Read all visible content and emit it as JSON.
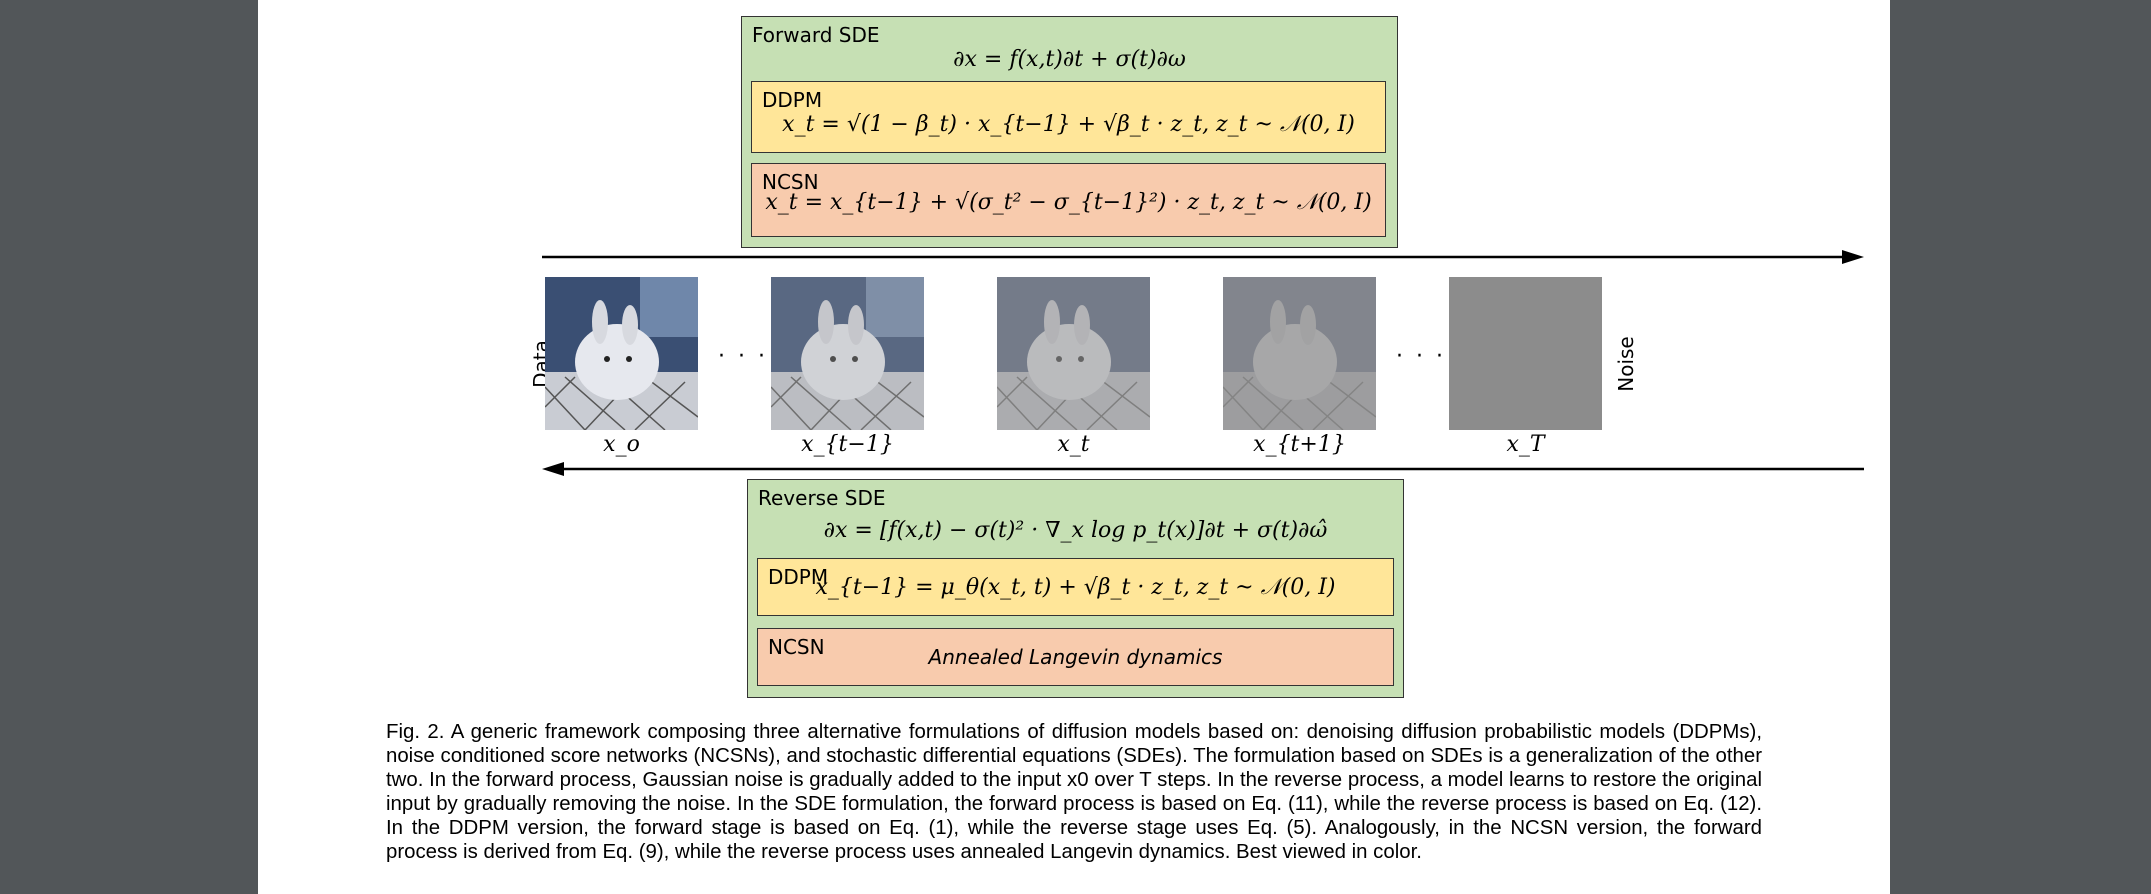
{
  "forward": {
    "title": "Forward SDE",
    "equation": "∂x = f(x,t)∂t + σ(t)∂ω",
    "ddpm_label": "DDPM",
    "ddpm_eq": "x_t = √(1 − β_t) · x_{t−1} + √β_t · z_t, z_t ~ 𝒩(0, I)",
    "ncsn_label": "NCSN",
    "ncsn_eq": "x_t = x_{t−1} + √(σ_t² − σ_{t−1}²) · z_t, z_t ~ 𝒩(0, I)"
  },
  "images": {
    "labels": [
      "x_o",
      "x_{t−1}",
      "x_t",
      "x_{t+1}",
      "x_T"
    ],
    "dots": "· · ·",
    "left_label": "Data",
    "right_label": "Noise"
  },
  "reverse": {
    "title": "Reverse SDE",
    "equation": "∂x = [f(x,t) − σ(t)² · ∇_x log p_t(x)]∂t + σ(t)∂ω̂",
    "ddpm_label": "DDPM",
    "ddpm_eq": "x_{t−1} = μ_θ(x_t, t) + √β_t · z_t, z_t ~ 𝒩(0, I)",
    "ncsn_label": "NCSN",
    "ncsn_eq": "Annealed Langevin dynamics"
  },
  "caption": "Fig. 2. A generic framework composing three alternative formulations of diffusion models based on: denoising diffusion probabilistic models (DDPMs), noise conditioned score networks (NCSNs), and stochastic differential equations (SDEs). The formulation based on SDEs is a generalization of the other two. In the forward process, Gaussian noise is gradually added to the input x0 over T steps. In the reverse process, a model learns to restore the original input by gradually removing the noise. In the SDE formulation, the forward process is based on Eq. (11), while the reverse process is based on Eq. (12). In the DDPM version, the forward stage is based on Eq. (1), while the reverse stage uses Eq. (5). Analogously, in the NCSN version, the forward process is derived from Eq. (9), while the reverse process uses annealed Langevin dynamics. Best viewed in color.",
  "colors": {
    "sde_box": "#c6e0b4",
    "ddpm_box": "#ffe699",
    "ncsn_box": "#f8cbad",
    "viewer_background": "#525659"
  }
}
